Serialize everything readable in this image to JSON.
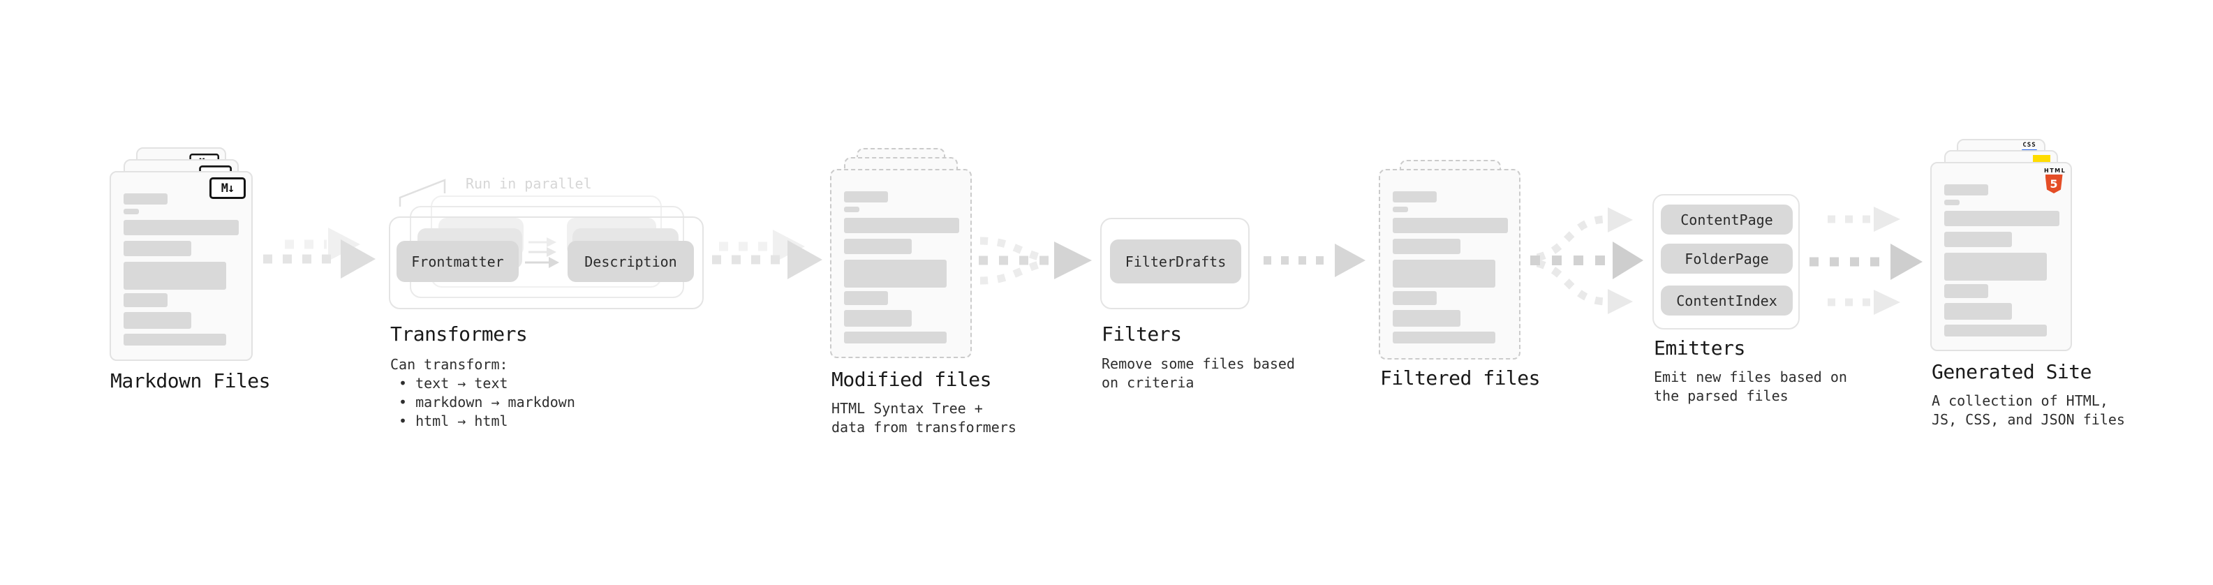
{
  "colors": {
    "background": "#ffffff",
    "card_bg": "#fafafa",
    "card_border": "#e2e2e2",
    "dashed_border": "#cbcbcb",
    "skeleton_bar": "#d9d9d9",
    "chip_bg": "#d9d9d9",
    "chip_text": "#2b2b2b",
    "arrow_light": "#ededed",
    "arrow_mid": "#dddddd",
    "arrow_dark": "#cecece",
    "muted_text": "#d6d6d6",
    "title_text": "#191919",
    "html5_orange": "#e44d26",
    "css_blue": "#2563eb",
    "js_yellow": "#ffdc00"
  },
  "annotation": {
    "run_in_parallel": "Run in parallel"
  },
  "sections": {
    "markdown_files": {
      "title": "Markdown Files",
      "badge": "M↓"
    },
    "transformers": {
      "title": "Transformers",
      "front_button": "Frontmatter",
      "back_button": "Description",
      "desc_heading": "Can transform:",
      "bullets": [
        "• text → text",
        "• markdown → markdown",
        "• html → html"
      ]
    },
    "modified_files": {
      "title": "Modified files",
      "subtitle": "HTML Syntax Tree +\ndata from transformers"
    },
    "filters": {
      "title": "Filters",
      "button": "FilterDrafts",
      "subtitle": "Remove some files based\non criteria"
    },
    "filtered_files": {
      "title": "Filtered files"
    },
    "emitters": {
      "title": "Emitters",
      "buttons": [
        "ContentPage",
        "FolderPage",
        "ContentIndex"
      ],
      "subtitle": "Emit new files based on\nthe parsed files"
    },
    "generated_site": {
      "title": "Generated Site",
      "subtitle": "A collection of HTML,\nJS, CSS, and JSON files",
      "badges": {
        "html_label": "HTML",
        "html_number": "5",
        "css": "CSS"
      }
    }
  }
}
